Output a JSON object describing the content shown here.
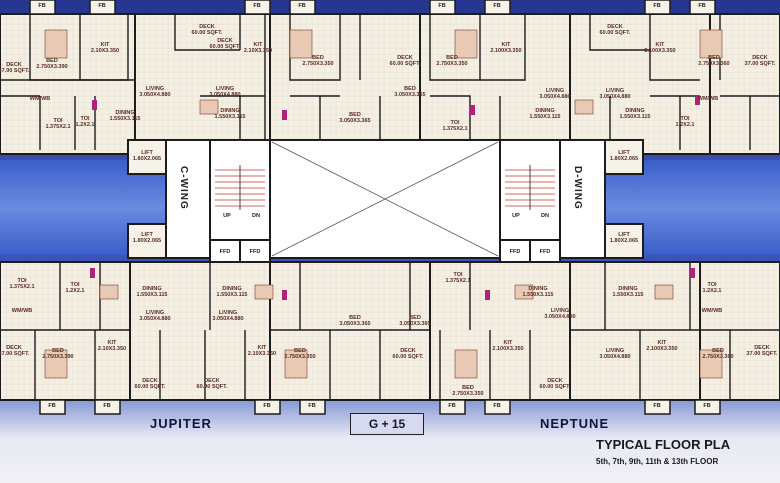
{
  "wings": {
    "left": "C-WING",
    "right": "D-WING"
  },
  "buildings": {
    "left": "JUPITER",
    "right": "NEPTUNE"
  },
  "height_label": "G + 15",
  "title": "TYPICAL FLOOR PLA",
  "floors": "5th, 7th, 9th, 11th & 13th FLOOR",
  "stair": {
    "up": "UP",
    "dn": "DN"
  },
  "lifts": [
    "LIFT\n1.80X2.065",
    "LIFT\n1.80X2.065",
    "LIFT\n1.80X2.065",
    "LIFT\n1.80X2.065"
  ],
  "ffd": "FFD",
  "fb": "FB",
  "rooms": [
    {
      "t": "DECK\n60.00 SQFT."
    },
    {
      "t": "DECK\n60.00 SQFT."
    },
    {
      "t": "DECK\n60.00 SQFT."
    },
    {
      "t": "DECK\n60.00 SQFT."
    },
    {
      "t": "DECK\n37.00 SQFT."
    },
    {
      "t": "DECK\n37.00 SQFT."
    },
    {
      "t": "BED\n2.750X3.390"
    },
    {
      "t": "BED\n2.750X3.350"
    },
    {
      "t": "BED\n2.750X3.350"
    },
    {
      "t": "BED\n2.750X3.360"
    },
    {
      "t": "KIT\n2.10X3.350"
    },
    {
      "t": "KIT\n2.10X3.350"
    },
    {
      "t": "KIT\n2.100X3.350"
    },
    {
      "t": "KIT\n2.100X3.350"
    },
    {
      "t": "LIVING\n3.050X4.880"
    },
    {
      "t": "LIVING\n3.050X4.880"
    },
    {
      "t": "LIVING\n3.050X4.880"
    },
    {
      "t": "LIVING\n3.050X4.880"
    },
    {
      "t": "DINING\n1.550X3.115"
    },
    {
      "t": "DINING\n1.550X3.115"
    },
    {
      "t": "DINING\n1.550X3.115"
    },
    {
      "t": "DINING\n1.550X3.115"
    },
    {
      "t": "BED\n3.050X3.365"
    },
    {
      "t": "BED\n3.050X3.365"
    },
    {
      "t": "TOI\n1.375X2.1"
    },
    {
      "t": "TOI\n1.2X2.1"
    },
    {
      "t": "TOI\n1.375X2.1"
    },
    {
      "t": "TOI\n1.2X2.1"
    },
    {
      "t": "WM/WB"
    },
    {
      "t": "WM/WB"
    }
  ]
}
